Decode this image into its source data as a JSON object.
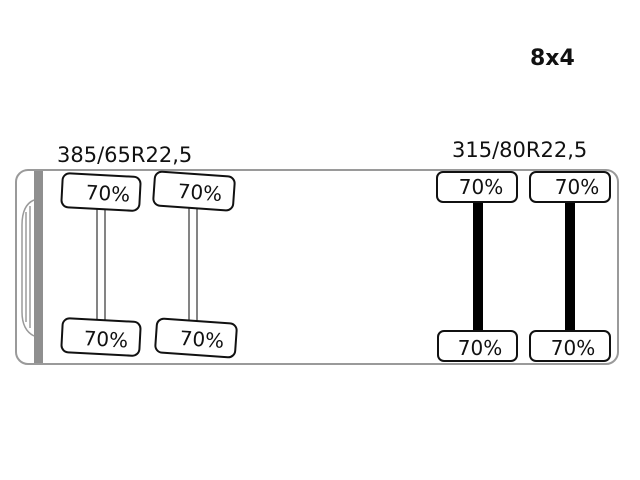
{
  "vehicle": {
    "configuration": "8x4"
  },
  "front_axles": {
    "tire_size": "385/65R22,5",
    "axles": [
      {
        "top_tire": "70%",
        "bottom_tire": "70%"
      },
      {
        "top_tire": "70%",
        "bottom_tire": "70%"
      }
    ]
  },
  "rear_axles": {
    "tire_size": "315/80R22,5",
    "axles": [
      {
        "top_tire": "70%",
        "bottom_tire": "70%"
      },
      {
        "top_tire": "70%",
        "bottom_tire": "70%"
      }
    ]
  },
  "colors": {
    "outline": "#111111",
    "chassis": "#9a9a9a",
    "cab": "#8f8f8f",
    "rear_axle": "#000000"
  }
}
